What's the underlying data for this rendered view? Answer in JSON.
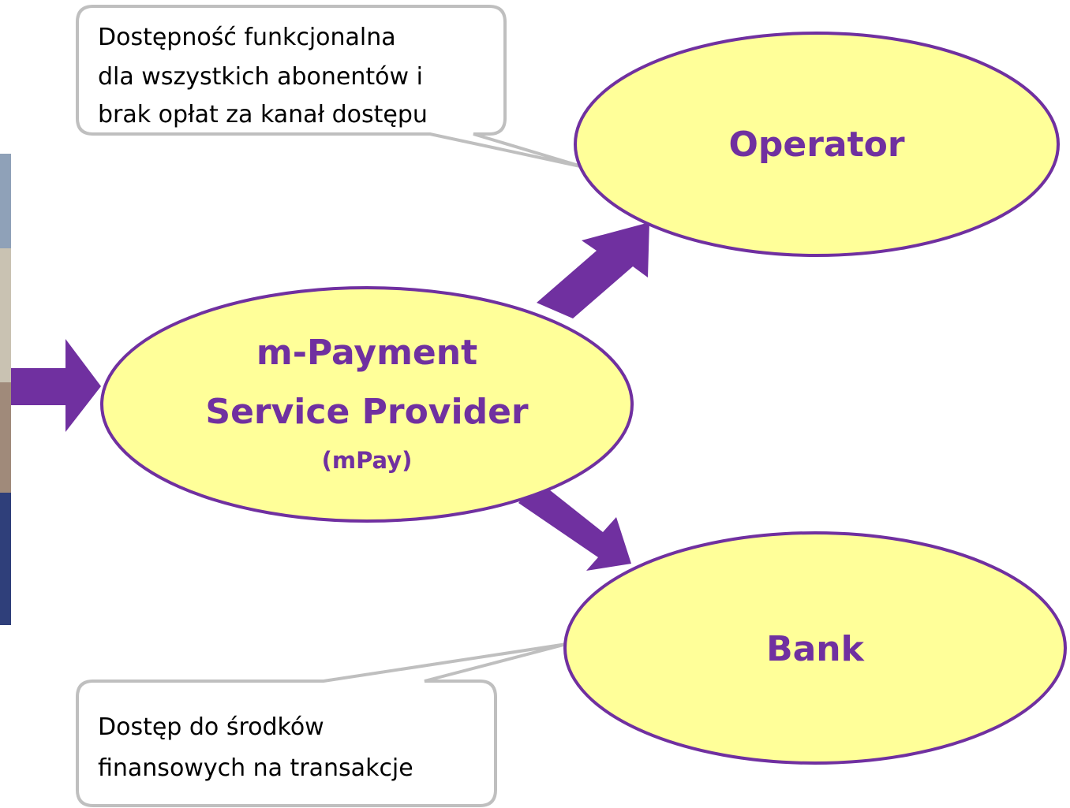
{
  "colors": {
    "node_fill": "#ffff99",
    "node_stroke": "#7030a0",
    "node_text": "#7030a0",
    "arrow": "#7030a0",
    "callout_stroke": "#bfbfbf",
    "callout_text": "#000000",
    "photo_strip": "#4f5f7a"
  },
  "nodes": {
    "mpay": {
      "line1": "m-Payment",
      "line2": "Service Provider",
      "line3": "(mPay)"
    },
    "operator": {
      "label": "Operator"
    },
    "bank": {
      "label": "Bank"
    }
  },
  "callouts": {
    "operator_note": {
      "line1": "Dostępność funkcjonalna",
      "line2": "dla wszystkich abonentów  i",
      "line3": "brak opłat za kanał dostępu"
    },
    "bank_note": {
      "line1": "Dostęp do środków",
      "line2": "finansowych na transakcje"
    }
  }
}
